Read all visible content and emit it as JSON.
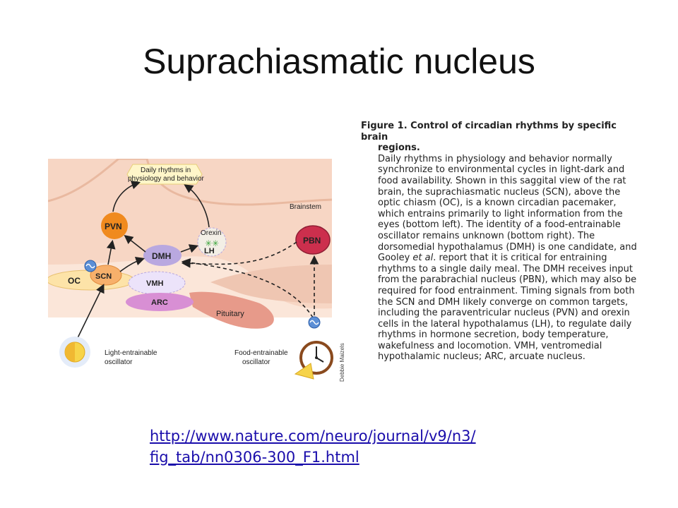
{
  "slide": {
    "title": "Suprachiasmatic nucleus",
    "link_line1": "http://www.nature.com/neuro/journal/v9/n3/",
    "link_line2": "fig_tab/nn0306-300_F1.html"
  },
  "caption": {
    "title_part1": "Figure 1. Control of circadian rhythms by specific brain",
    "title_part2": "regions.",
    "body_before": "Daily rhythms in physiology and behavior normally synchronize to environmental cycles in light-dark and food availability. Shown in this saggital view of the rat brain, the suprachiasmatic nucleus (SCN), above the optic chiasm (OC), is a known circadian pacemaker, which entrains primarily to light information from the eyes (bottom left). The identity of a food-entrainable oscillator remains unknown (bottom right). The dorsomedial hypothalamus (DMH) is one candidate, and Gooley ",
    "body_italic": "et al",
    "body_after": ". report that it is critical for entraining rhythms to a single daily meal. The DMH receives input from the parabrachial nucleus (PBN), which may also be required for food entrainment. Timing signals from both the SCN and DMH likely converge on common targets, including the paraventricular nucleus (PVN) and orexin cells in the lateral hypothalamus (LH), to regulate daily rhythms in hormone secretion, body temperature, wakefulness and locomotion. VMH, ventromedial hypothalamic nucleus; ARC, arcuate nucleus."
  },
  "diagram": {
    "daily_rhythms_line1": "Daily rhythms in",
    "daily_rhythms_line2": "physiology and behavior",
    "brainstem": "Brainstem",
    "pvn": "PVN",
    "orexin": "Orexin",
    "lh": "LH",
    "pbn": "PBN",
    "dmh": "DMH",
    "oc": "OC",
    "scn": "SCN",
    "vmh": "VMH",
    "arc": "ARC",
    "pituitary": "Pituitary",
    "light_line1": "Light-entrainable",
    "light_line2": "oscillator",
    "food_line1": "Food-entrainable",
    "food_line2": "oscillator",
    "credit": "Debbie Maizels"
  },
  "colors": {
    "brain": "#f7d6c4",
    "brain_edge": "#e9b9a0",
    "pvn": "#f08a1e",
    "pbn": "#cc2f4d",
    "dmh": "#b9a8e0",
    "arc": "#d88fd4",
    "oc": "#fde3a8",
    "pituitary": "#e79a8a",
    "rhythm_box": "#fff6c9",
    "link": "#1a0dab"
  }
}
